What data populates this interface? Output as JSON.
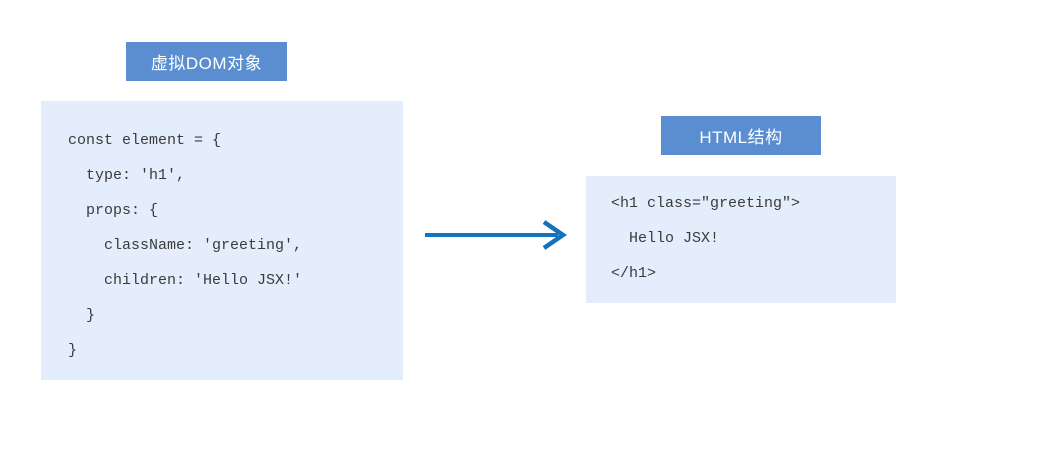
{
  "colors": {
    "canvas_bg": "#FFFFFF",
    "label_bg": "#5A8ED0",
    "label_text": "#FFFFFF",
    "code_bg": "#E4EDFC",
    "code_text": "#3B3B3B",
    "arrow": "#1272BC"
  },
  "icons": {
    "transform_arrow": "right-arrow"
  },
  "left_panel": {
    "label": "虚拟DOM对象",
    "code_lines": [
      "const element = {",
      "  type: 'h1',",
      "  props: {",
      "    className: 'greeting',",
      "    children: 'Hello JSX!'",
      "  }",
      "}"
    ]
  },
  "right_panel": {
    "label": "HTML结构",
    "code_lines": [
      "<h1 class=\"greeting\">",
      "  Hello JSX!",
      "</h1>"
    ]
  }
}
